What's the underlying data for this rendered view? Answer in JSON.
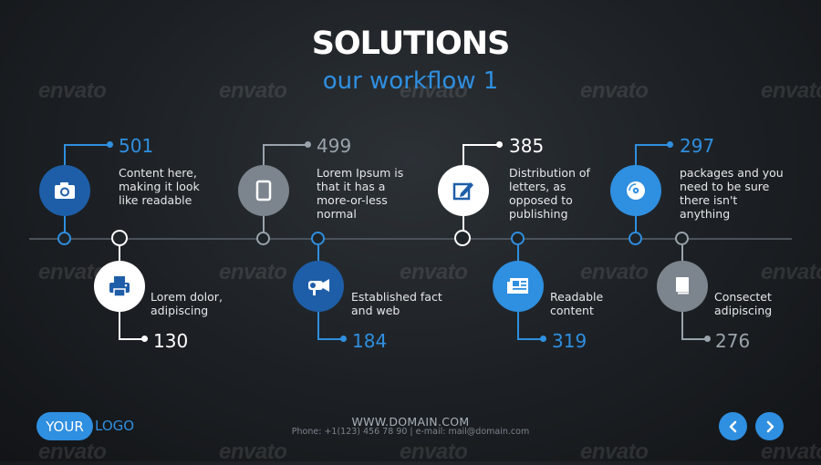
{
  "title": "SOLUTIONS",
  "subtitle": "our workflow 1",
  "watermark": "envato",
  "colors": {
    "accent": "#2f8fe0",
    "dark_blue": "#1e5ea8",
    "grey": "#7c858d",
    "white": "#ffffff"
  },
  "steps": [
    {
      "number": "501",
      "text": "Content here, making it look like readable",
      "icon": "camera-icon"
    },
    {
      "number": "130",
      "text": "Lorem dolor, adipiscing",
      "icon": "printer-icon"
    },
    {
      "number": "499",
      "text": "Lorem Ipsum is that it has a more-or-less normal",
      "icon": "tablet-icon"
    },
    {
      "number": "184",
      "text": "Established fact and web",
      "icon": "video-camera-icon"
    },
    {
      "number": "385",
      "text": "Distribution of letters, as opposed to publishing",
      "icon": "edit-icon"
    },
    {
      "number": "319",
      "text": "Readable content",
      "icon": "newspaper-icon"
    },
    {
      "number": "297",
      "text": "packages and you need to be sure there isn't anything",
      "icon": "disc-icon"
    },
    {
      "number": "276",
      "text": "Consectetr adipiscing",
      "icon": "book-icon"
    }
  ],
  "footer": {
    "website": "WWW.DOMAIN.COM",
    "contact": "Phone: +1(123) 456 78 90 | e-mail: mail@domain.com",
    "logo_your": "YOUR",
    "logo_logo": "LOGO"
  },
  "nav": {
    "prev_icon": "chevron-left-icon",
    "next_icon": "chevron-right-icon"
  }
}
